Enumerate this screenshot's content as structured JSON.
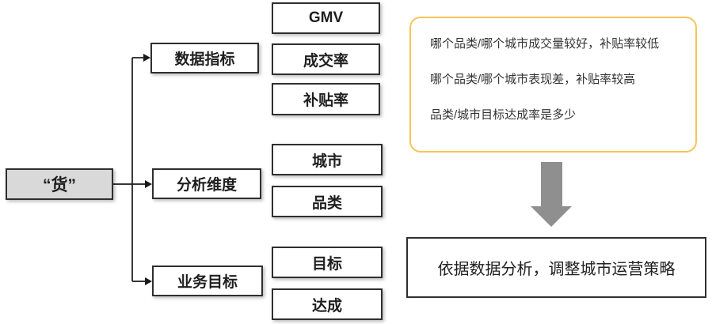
{
  "diagram": {
    "root": {
      "label": "“货”"
    },
    "categories": [
      {
        "label": "数据指标",
        "children": [
          "GMV",
          "成交率",
          "补贴率"
        ]
      },
      {
        "label": "分析维度",
        "children": [
          "城市",
          "品类"
        ]
      },
      {
        "label": "业务目标",
        "children": [
          "目标",
          "达成"
        ]
      }
    ],
    "questions": {
      "lines": [
        "哪个品类/哪个城市成交量较好，补贴率较低",
        "哪个品类/哪个城市表现差，补贴率较高",
        "品类/城市目标达成率是多少"
      ]
    },
    "conclusion": "依据数据分析，调整城市运营策略",
    "colors": {
      "root_fill": "#d9d9d9",
      "box_border": "#2f2f2f",
      "line_color": "#1a1a1a",
      "questions_border": "#f8c455",
      "arrow_gray": "#8f8f8f",
      "text": "#1f1f1f"
    }
  }
}
